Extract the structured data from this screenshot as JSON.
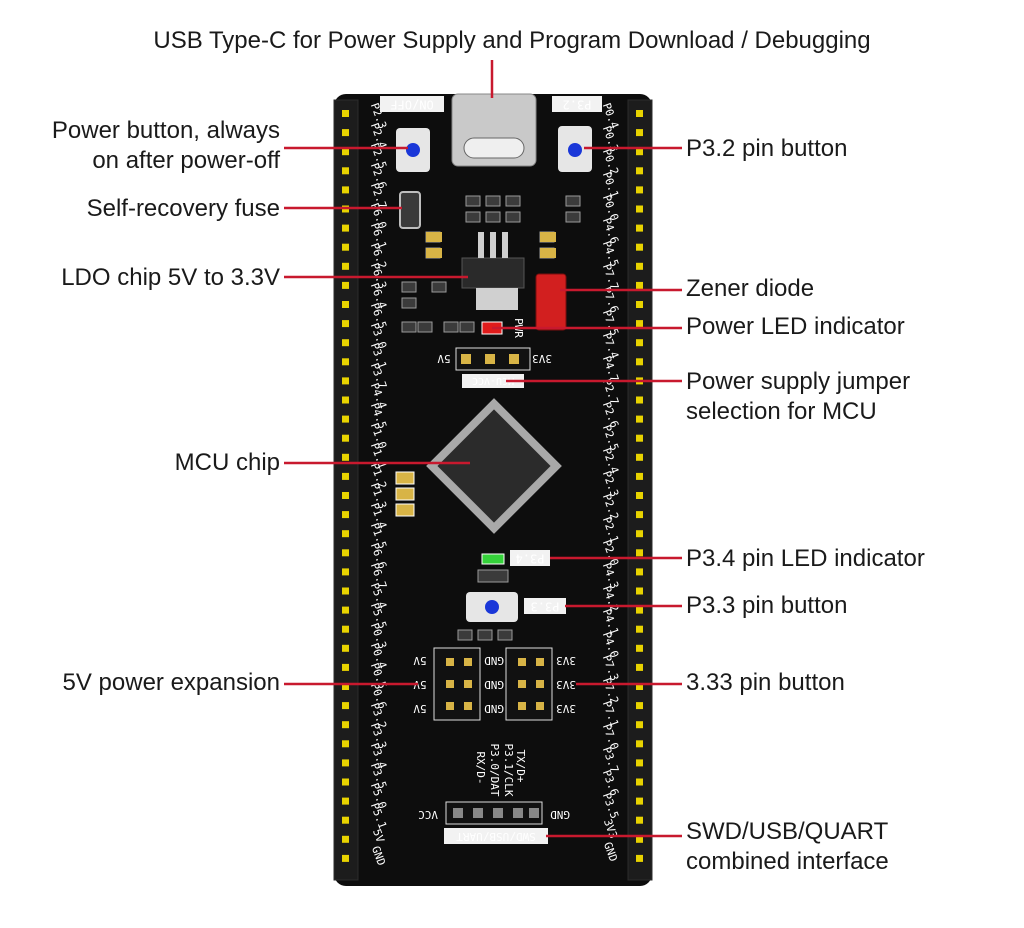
{
  "title": "USB Type-C for Power Supply and Program Download / Debugging",
  "callouts_left": [
    {
      "id": "power-button",
      "lines": [
        "Power button, always",
        "on after power-off"
      ]
    },
    {
      "id": "fuse",
      "lines": [
        "Self-recovery fuse"
      ]
    },
    {
      "id": "ldo",
      "lines": [
        "LDO chip 5V to 3.3V"
      ]
    },
    {
      "id": "mcu",
      "lines": [
        "MCU chip"
      ]
    },
    {
      "id": "5v-expansion",
      "lines": [
        "5V power expansion"
      ]
    }
  ],
  "callouts_right": [
    {
      "id": "p32-button",
      "lines": [
        "P3.2 pin button"
      ]
    },
    {
      "id": "zener",
      "lines": [
        "Zener diode"
      ]
    },
    {
      "id": "power-led",
      "lines": [
        "Power LED indicator"
      ]
    },
    {
      "id": "jumper",
      "lines": [
        "Power supply jumper",
        "selection for MCU"
      ]
    },
    {
      "id": "p34-led",
      "lines": [
        "P3.4 pin LED indicator"
      ]
    },
    {
      "id": "p33-button",
      "lines": [
        "P3.3 pin button"
      ]
    },
    {
      "id": "333-button",
      "lines": [
        "3.33 pin button"
      ]
    },
    {
      "id": "combined",
      "lines": [
        "SWD/USB/QUART",
        "combined interface"
      ]
    }
  ],
  "board": {
    "silk_on_off": "ON/OFF",
    "silk_p32": "P3.2",
    "silk_pwr": "PWR",
    "silk_5v": "5V",
    "silk_3v3": "3V3",
    "silk_mcu_vcc": "MCU-VCC",
    "silk_p34": "P3.4",
    "silk_p33": "P3.3",
    "silk_gnd": "GND",
    "silk_vcc": "VCC",
    "silk_swd_label": "SWD/USB/UART",
    "silk_tx": "TX/D+",
    "silk_rx": "RX/D-",
    "silk_p31": "P3.1/CLK",
    "silk_p30": "P3.0/DAT",
    "left_pins": [
      "P2.3",
      "P2.4",
      "P2.5",
      "P2.6",
      "P2.7",
      "P6.0",
      "P6.1",
      "P6.2",
      "P6.3",
      "P6.4",
      "P6.5",
      "P3.0",
      "P3.1",
      "P3.7",
      "P4.4",
      "P4.5",
      "P1.0",
      "P1.1",
      "P1.2",
      "P1.3",
      "P1.4",
      "P1.5",
      "P6.6",
      "P6.7",
      "P5.4",
      "P5.5",
      "P0.3",
      "P0.4",
      "P0.5",
      "P0.6",
      "P3.2",
      "P3.3",
      "P3.4",
      "P3.5",
      "P5.0",
      "P5.1",
      "5V",
      "GND"
    ],
    "right_pins": [
      "P0.4",
      "P0.3",
      "P0.2",
      "P0.1",
      "P0.0",
      "P4.6",
      "P4.5",
      "P7.7",
      "P7.6",
      "P7.5",
      "P7.4",
      "P4.7",
      "P2.7",
      "P2.6",
      "P2.5",
      "P2.4",
      "P2.3",
      "P2.2",
      "P2.1",
      "P2.0",
      "P4.3",
      "P4.2",
      "P4.1",
      "P4.0",
      "P7.3",
      "P7.2",
      "P7.1",
      "P7.0",
      "P3.7",
      "P3.6",
      "P3.5",
      "3V3",
      "GND"
    ],
    "colors": {
      "pcb": "#0d0d0d",
      "header": "#1c1c1c",
      "pin": "#e8d300",
      "gold": "#d8b446",
      "callout_line": "#c8192e",
      "button_cap": "#1a37d8",
      "led_power": "#e01b1b",
      "led_p34": "#35d23a",
      "zener": "#d21f1f"
    }
  }
}
